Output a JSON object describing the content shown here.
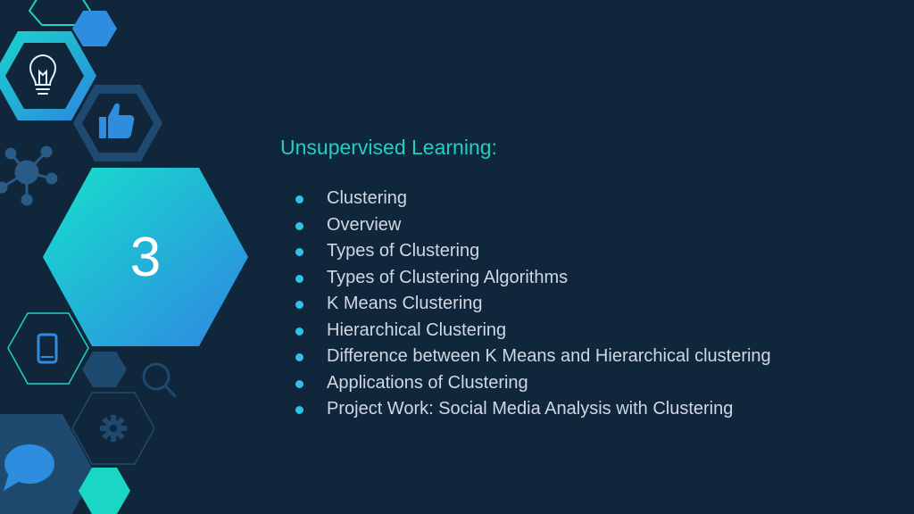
{
  "slide": {
    "section_number": "3",
    "title": "Unsupervised Learning:",
    "topics": [
      "Clustering",
      "Overview",
      "Types of Clustering",
      "Types of Clustering Algorithms",
      "K Means Clustering",
      "Hierarchical Clustering",
      "Difference between K Means and Hierarchical clustering",
      "Applications of Clustering",
      "Project Work: Social Media Analysis with Clustering"
    ]
  },
  "colors": {
    "background": "#10263a",
    "accent_teal": "#20d0c4",
    "accent_blue": "#2f8de0",
    "bullet": "#2fc1e8",
    "text": "#cfd8e3"
  },
  "icons": [
    "lightbulb-icon",
    "thumbs-up-icon",
    "network-icon",
    "mobile-phone-icon",
    "magnifier-icon",
    "gear-icon",
    "chat-bubble-icon"
  ]
}
